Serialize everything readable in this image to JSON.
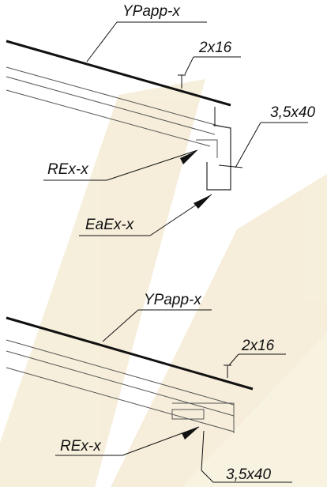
{
  "watermark": {
    "text": "",
    "color": "#f3e9cf"
  },
  "details": [
    {
      "membrane_label": "YPapp-x",
      "nail_top_label": "2x16",
      "screw_label": "3,5x40",
      "profile_label": "REx-x",
      "eaves_label": "EaEx-x"
    },
    {
      "membrane_label": "YPapp-x",
      "nail_top_label": "2x16",
      "profile_label": "REx-x",
      "screw_label": "3,5x40"
    }
  ]
}
